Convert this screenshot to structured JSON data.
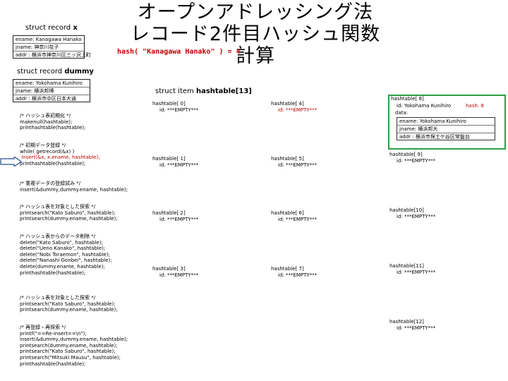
{
  "title": {
    "line1": "オープンアドレッシング法",
    "line2": "レコード2件目ハッシュ関数計算"
  },
  "hash_expr": "hash( \"Kanagawa Hanako\" ) = 4",
  "struct_x": {
    "label_prefix": "struct record ",
    "label_name": "x",
    "rows": [
      "ename: Kanagawa Hanako",
      "jname: 神奈川花子",
      "addr : 横浜市神奈川区三ッ沢上町"
    ]
  },
  "struct_dummy": {
    "label_prefix": "struct record ",
    "label_name": "dummy",
    "rows": [
      "ename: Yokohama Kunihiro",
      "jname: 横浜邦博",
      "addr : 横浜市中区日本大通"
    ]
  },
  "code": {
    "block1": "/* ハッシュ表初期化 */\nmakenull(hashtable);\nprinthashtable(hashtable);",
    "block2_pre": "/* 初期データ登録 */\nwhile( getrecord(&x) )",
    "block2_red": " insert(&x, x.ename, hashtable);",
    "block2_post": "printhashtable(hashtable);",
    "block3": "/* 重複データの登録試み */\ninsert(&dummy,dummy.ename, hashtable);",
    "block4": "/* ハッシュ表を対象とした探索 */\nprintsearch(\"Kato Saburo\", hashtable);\nprintsearch(dummy.ename, hashtable);",
    "block5": "/* ハッシュ表からのデータ削除 */\ndelete(\"Kato Saburo\", hashtable);\ndelete(\"Ueno Kanako\", hashtable);\ndelete(\"Nobi Toraemon\", hashtable);\ndelete(\"Nanashi Gonbei\", hashtable);\ndelete(dummy.ename, hashtable);\nprinthashtable(hashtable);",
    "block6": "/* ハッシュ表を対象とした探索 */\nprintsearch(\"Kato Saburo\", hashtable);\nprintsearch(dummy.ename, hashtable);",
    "block7": "/* 再登録・再探索 */\nprintf(\"==Re-insert==\\n\");\ninsert(&dummy,dummy.ename, hashtable);\nprintsearch(dummy.ename, hashtable);\nprintsearch(\"Kato Saburo\", hashtable);\nprintsearch(\"Mitsuki Mausu\", hashtable);\nprinthashtable(hashtable);"
  },
  "hashtable_label": {
    "prefix": "struct item ",
    "name": "hashtable[13]"
  },
  "slots": {
    "s0": {
      "head": "hashtable[ 0]",
      "id": "id: ***EMPTY***"
    },
    "s1": {
      "head": "hashtable[ 1]",
      "id": "id: ***EMPTY***"
    },
    "s2": {
      "head": "hashtable[ 2]",
      "id": "id: ***EMPTY***"
    },
    "s3": {
      "head": "hashtable[ 3]",
      "id": "id: ***EMPTY***"
    },
    "s4": {
      "head": "hashtable[ 4]",
      "id": "id: ***EMPTY***"
    },
    "s5": {
      "head": "hashtable[ 5]",
      "id": "id: ***EMPTY***"
    },
    "s6": {
      "head": "hashtable[ 6]",
      "id": "id: ***EMPTY***"
    },
    "s7": {
      "head": "hashtable[ 7]",
      "id": "id: ***EMPTY***"
    },
    "s8": {
      "head": "hashtable[ 8]",
      "id": "id: Yokohama Kunihiro",
      "hash_note": "hash: 8",
      "data_label": "data:",
      "rows": [
        "ename: Yokohama Kunihiro",
        "jname: 横浜邦大",
        "addr : 横浜市保土ケ谷区常盤台"
      ]
    },
    "s9": {
      "head": "hashtable[ 9]",
      "id": "id: ***EMPTY***"
    },
    "s10": {
      "head": "hashtable[10]",
      "id": "id: ***EMPTY***"
    },
    "s11": {
      "head": "hashtable[11]",
      "id": "id: ***EMPTY***"
    },
    "s12": {
      "head": "hashtable[12]",
      "id": "id: ***EMPTY***"
    }
  },
  "colors": {
    "accent_red": "#c00000",
    "highlight_green": "#2e9e46",
    "arrow_blue": "#4a6fa5"
  }
}
